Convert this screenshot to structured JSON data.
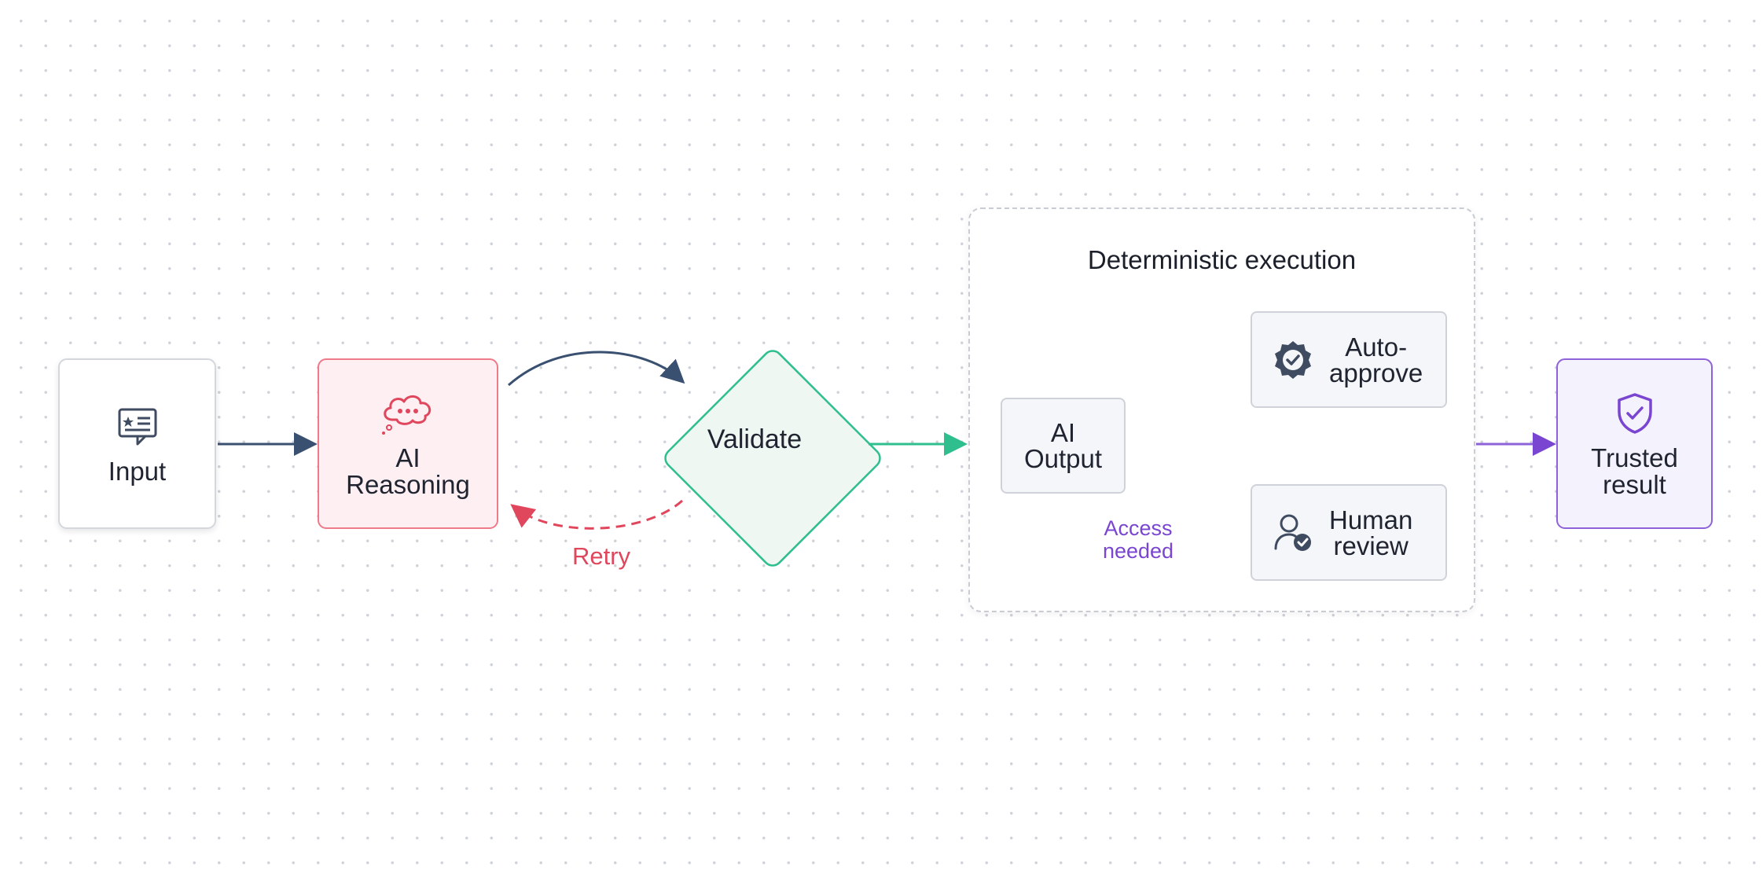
{
  "nodes": {
    "input": {
      "label": "Input",
      "icon": "chat-list-icon"
    },
    "ai_reasoning": {
      "label": "AI\nReasoning",
      "icon": "thought-cloud-icon"
    },
    "validate": {
      "label": "Validate"
    },
    "trusted_result": {
      "label": "Trusted\nresult",
      "icon": "shield-check-icon"
    }
  },
  "group": {
    "title": "Deterministic execution",
    "ai_output": {
      "label": "AI\nOutput"
    },
    "auto_approve": {
      "label": "Auto-\napprove",
      "icon": "badge-check-icon"
    },
    "human_review": {
      "label": "Human\nreview",
      "icon": "user-check-icon"
    },
    "access_label": "Access\nneeded"
  },
  "edges": {
    "retry_label": "Retry"
  },
  "colors": {
    "default_edge": "#3a5071",
    "retry": "#e0475d",
    "validate": "#2fbf8f",
    "human_review_path": "#7a45d0",
    "trusted": "#8e63da"
  }
}
